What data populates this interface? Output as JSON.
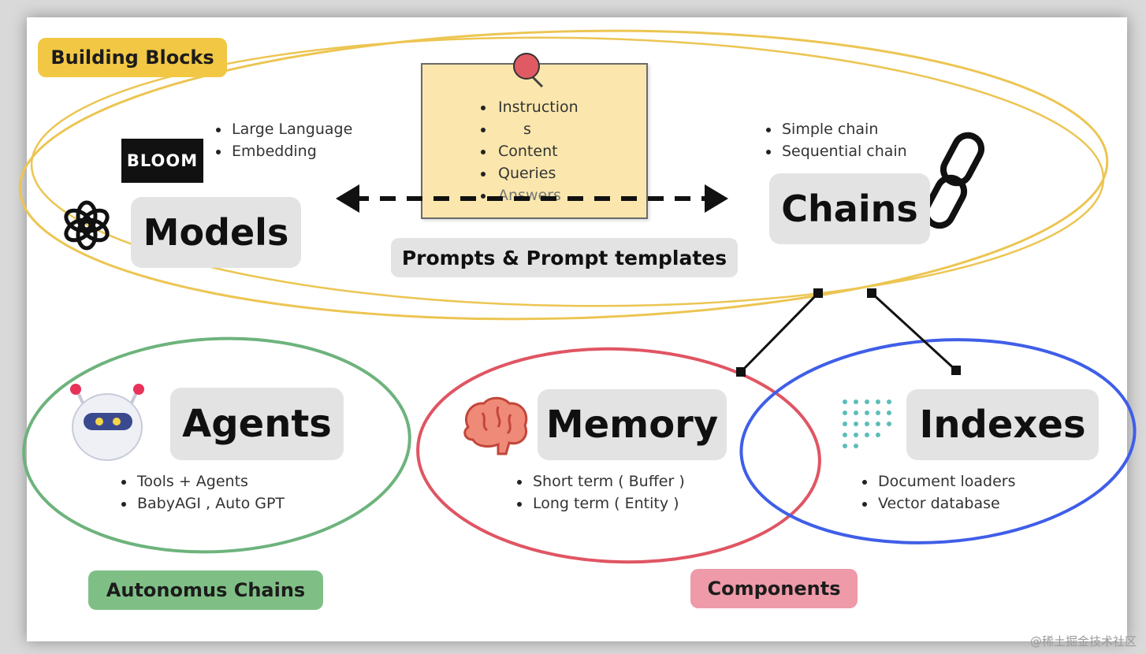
{
  "groups": {
    "building_blocks": "Building Blocks",
    "autonomous_chains": "Autonomus Chains",
    "components": "Components"
  },
  "models": {
    "title": "Models",
    "bullets": [
      "Large Language",
      "Embedding"
    ],
    "logo_text": "BLOOM",
    "icon": "openai-icon"
  },
  "prompts": {
    "title": "Prompts & Prompt templates",
    "note_items": [
      "Instruction",
      "s",
      "Content",
      "Queries",
      "Answers"
    ]
  },
  "chains": {
    "title": "Chains",
    "bullets": [
      "Simple chain",
      "Sequential chain"
    ],
    "icon": "chain-link-icon"
  },
  "agents": {
    "title": "Agents",
    "bullets": [
      "Tools + Agents",
      "BabyAGI , Auto GPT"
    ],
    "icon": "robot-icon"
  },
  "memory": {
    "title": "Memory",
    "bullets": [
      "Short term ( Buffer )",
      "Long term ( Entity )"
    ],
    "icon": "brain-icon"
  },
  "indexes": {
    "title": "Indexes",
    "bullets": [
      "Document loaders",
      "Vector database"
    ],
    "icon": "dot-grid-icon"
  },
  "watermark": "@稀土掘金技术社区",
  "colors": {
    "yellow": "#f2c744",
    "green": "#7fbf86",
    "red": "#e05563",
    "blue": "#3f5ee8",
    "pink": "#ee9aa8",
    "box_gray": "#e3e3e3"
  }
}
